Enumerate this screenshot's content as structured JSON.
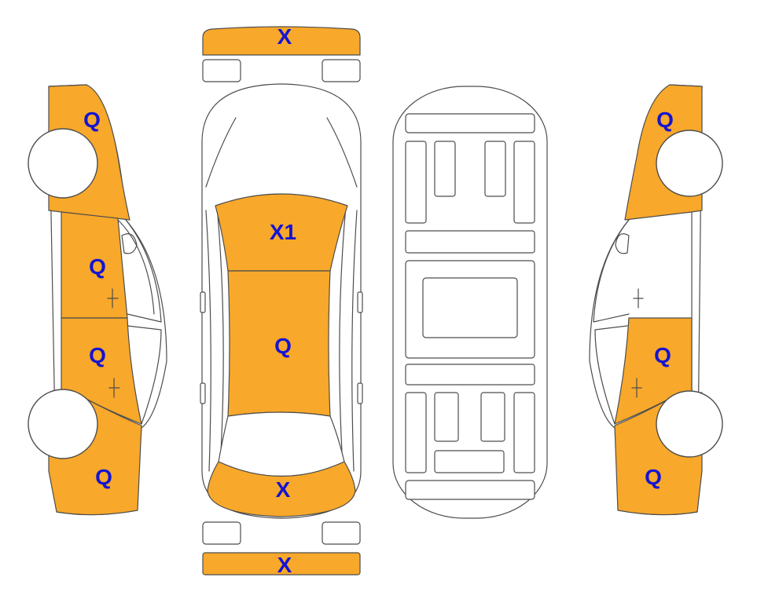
{
  "colors": {
    "damaged_panel": "#f8a82a",
    "label_text": "#1414d2",
    "outline": "#4d4d4d",
    "background": "#ffffff"
  },
  "labels": {
    "front_bumper": "X",
    "rear_bumper": "X",
    "hood": "X1",
    "roof": "Q",
    "trunk": "X",
    "left_front_fender": "Q",
    "left_front_door": "Q",
    "left_rear_door": "Q",
    "left_rear_quarter": "Q",
    "right_front_fender": "Q",
    "right_rear_door": "Q",
    "right_rear_quarter": "Q"
  }
}
